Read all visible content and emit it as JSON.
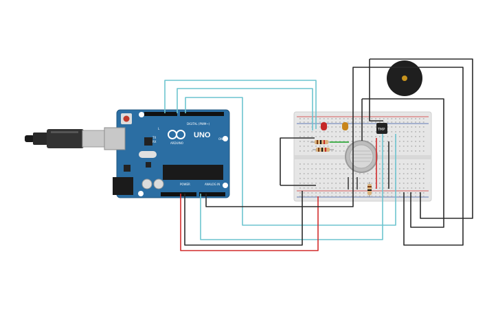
{
  "board": {
    "brand": "ARDUINO",
    "model": "UNO",
    "digital_label": "DIGITAL (PWM~)",
    "power_label": "POWER",
    "analog_label": "ANALOG IN",
    "tx": "TX",
    "rx": "RX",
    "l": "L",
    "on": "ON"
  },
  "sensor": {
    "label": "TMP"
  },
  "colors": {
    "board": "#2b6ea3",
    "wire_teal": "#6cc4cf",
    "wire_black": "#2a2a2a",
    "wire_red": "#d22b2b",
    "wire_green": "#2fa83a",
    "buzzer": "#1f1f1f",
    "breadboard": "#e6e6e6"
  }
}
